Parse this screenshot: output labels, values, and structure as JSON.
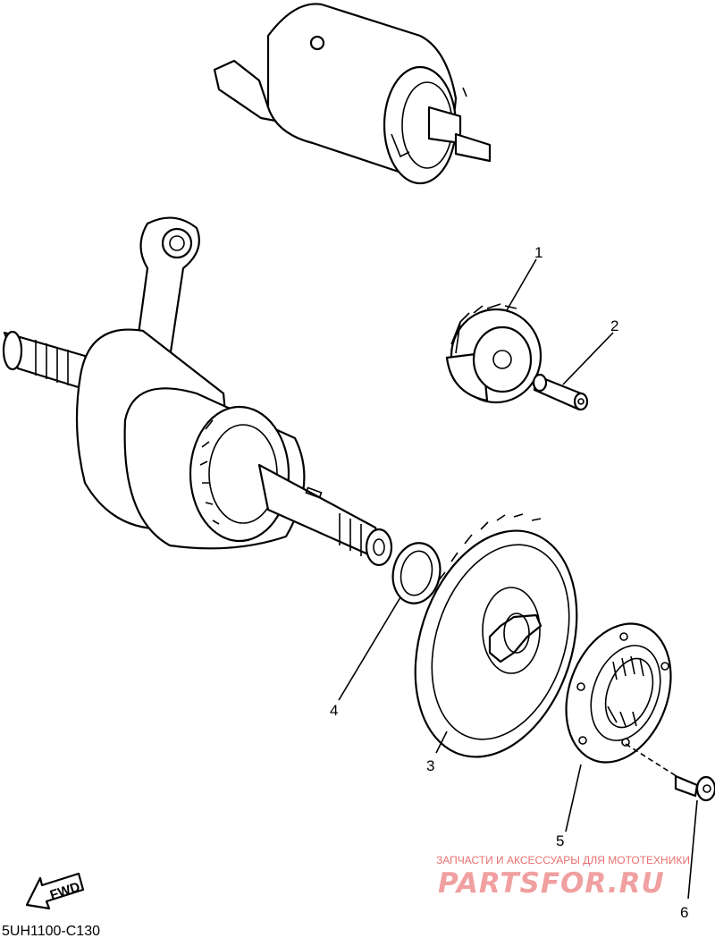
{
  "callouts": {
    "c1": "1",
    "c2": "2",
    "c3": "3",
    "c4": "4",
    "c5": "5",
    "c6": "6"
  },
  "diagram_code": "5UH1100-C130",
  "fwd_label": "FWD",
  "watermark": {
    "tagline": "ЗАПЧАСТИ И АКСЕССУАРЫ ДЛЯ МОТОТЕХНИКИ",
    "logo": "PARTSFOR.RU",
    "color": "#e87070"
  }
}
